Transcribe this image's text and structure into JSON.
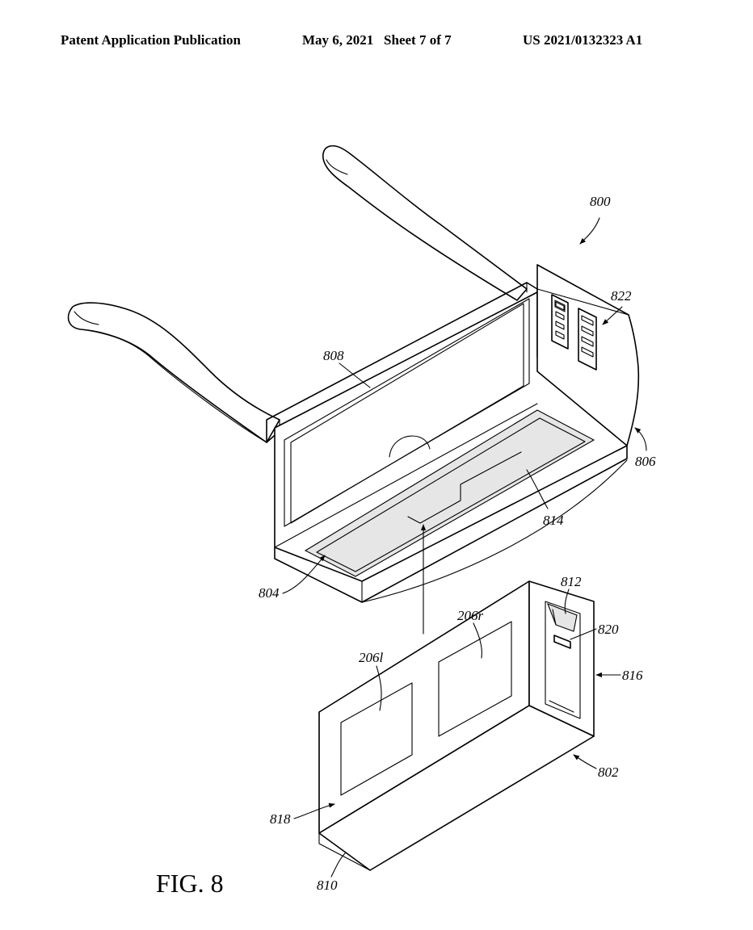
{
  "header": {
    "left": "Patent Application Publication",
    "middle": "May 6, 2021   Sheet 7 of 7",
    "right": "US 2021/0132323 A1"
  },
  "figure_label": "FIG. 8",
  "reference_numerals": {
    "device": "800",
    "module": "802",
    "slot": "804",
    "frame_front": "806",
    "inner_face": "808",
    "module_end": "810",
    "clip": "812",
    "slot_plate": "814",
    "module_side": "816",
    "module_face": "818",
    "connector": "820",
    "vents": "822",
    "left_display": "206l",
    "right_display": "206r"
  }
}
